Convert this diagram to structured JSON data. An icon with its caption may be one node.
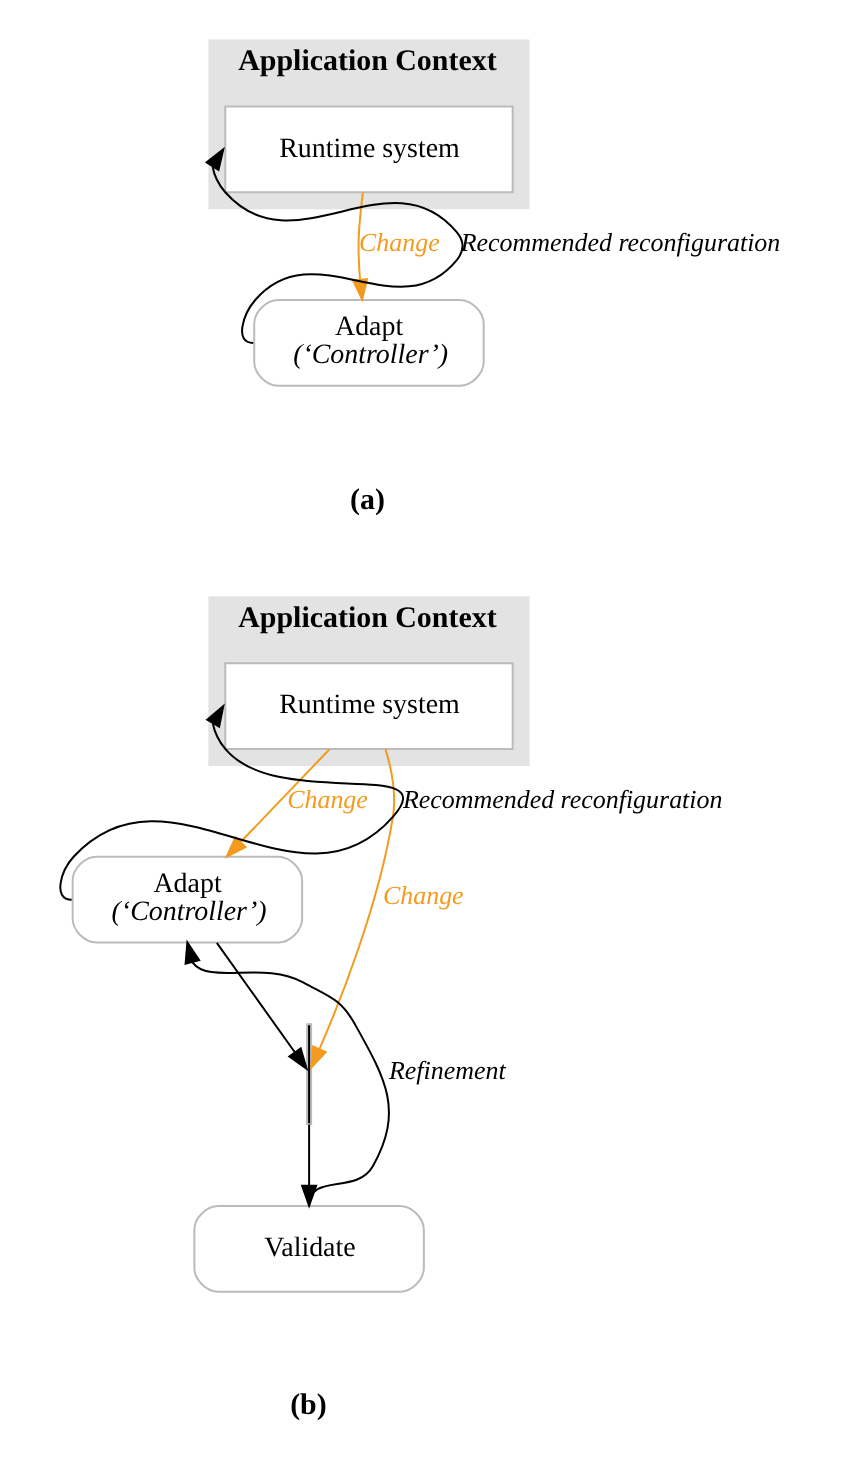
{
  "diagram": {
    "nodes": [
      {
        "text": [
          "Application Context"
        ]
      },
      {
        "text": [
          "Runtime system"
        ],
        "in": 0
      },
      {
        "text": [
          "Adapt",
          "(‘Controller’)"
        ]
      },
      {
        "text": [
          "Application Context"
        ]
      },
      {
        "text": [
          "Runtime system"
        ],
        "in": 3
      },
      {
        "text": [
          "Adapt",
          "(‘Controller’)"
        ]
      },
      {
        "text": [],
        "shape": "bar"
      },
      {
        "text": [
          "Validate"
        ]
      }
    ],
    "edges": [
      {
        "from": 1,
        "to": 2,
        "arrow": "to",
        "label": "Change",
        "color": "#f29b1f"
      },
      {
        "from": 2,
        "to": 1,
        "arrow": "to",
        "label": "Recommended reconfiguration"
      },
      {
        "from": 4,
        "to": 5,
        "arrow": "to",
        "label": "Change",
        "color": "#f29b1f"
      },
      {
        "from": 5,
        "to": 4,
        "arrow": "to",
        "label": "Recommended reconfiguration"
      },
      {
        "from": 5,
        "to": 6,
        "arrow": "to"
      },
      {
        "from": 4,
        "to": 6,
        "arrow": "to",
        "label": "Change",
        "color": "#f29b1f"
      },
      {
        "from": 6,
        "to": 7,
        "arrow": "to"
      },
      {
        "from": 7,
        "to": 5,
        "arrow": "to",
        "label": "Refinement"
      }
    ],
    "labels": [
      "(a)",
      "(b)"
    ]
  }
}
